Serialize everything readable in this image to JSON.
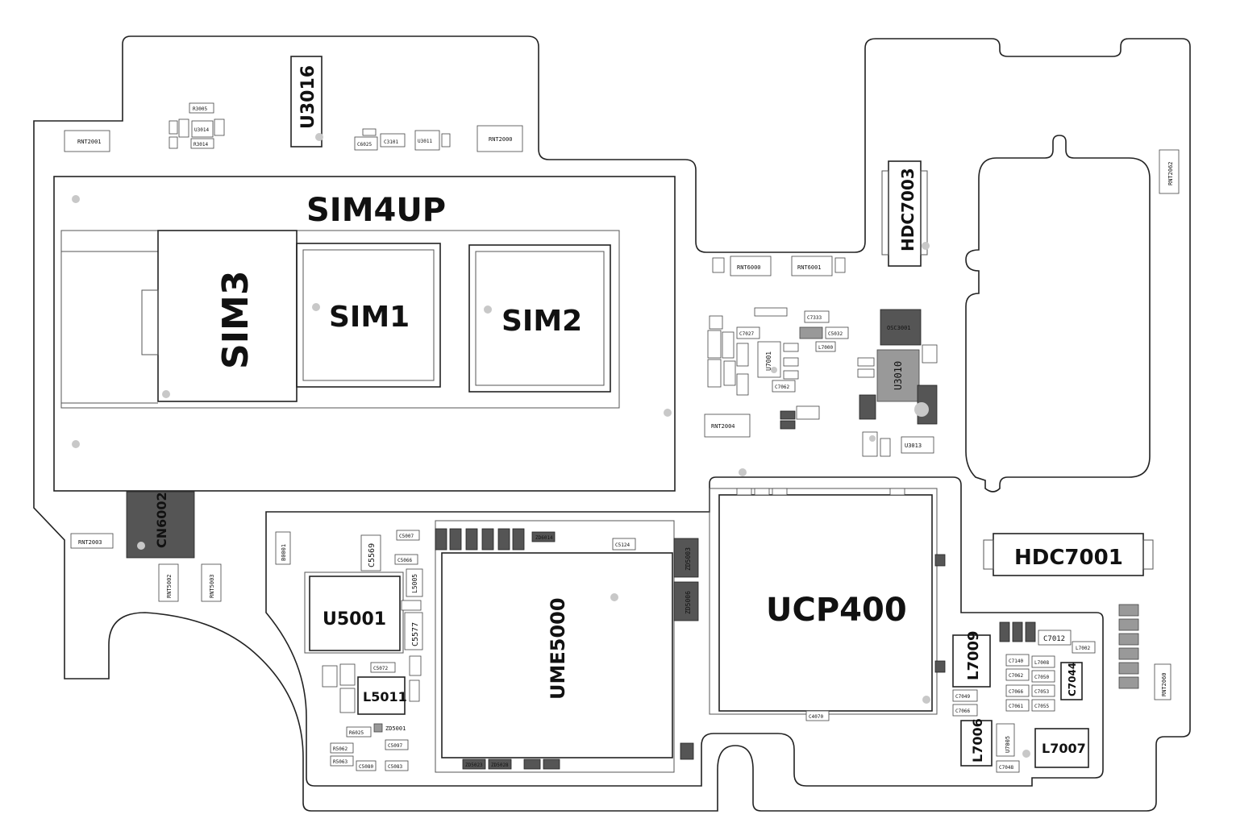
{
  "board": {
    "components": {
      "sim4up": "SIM4UP",
      "sim3": "SIM3",
      "sim1": "SIM1",
      "sim2": "SIM2",
      "u3016": "U3016",
      "hdc7003": "HDC7003",
      "hdc7001": "HDC7001",
      "ucp400": "UCP400",
      "ume5000": "UME5000",
      "u5001": "U5001",
      "cn6002": "CN6002",
      "l5011": "L5011",
      "l7009": "L7009",
      "l7006": "L7006",
      "l7007": "L7007",
      "c7044": "C7044",
      "c7012": "C7012",
      "osc3001": "OSC3001",
      "u3010": "U3010",
      "u7001": "U7001",
      "u7005": "U7005",
      "u3013": "U3013",
      "u3011": "U3011",
      "u3014": "U3014",
      "c5569": "C5569",
      "c5577": "C5577",
      "l5005": "L5005",
      "c5072": "C5072",
      "c5007": "C5007",
      "c5066": "C5066",
      "c5124": "C5124",
      "zd5001": "ZD5001",
      "r5062": "R5062",
      "r5063": "R5063",
      "r6025": "R6025",
      "c5097": "C5097",
      "c5083": "C5083",
      "c5080": "C5080",
      "c4070": "C4070",
      "c3101": "C3101",
      "c6025": "C6025",
      "r3005": "R3005",
      "r3014": "R3014",
      "b0001": "B0001",
      "c7333": "C7333",
      "c7027": "C7027",
      "c7062": "C7062",
      "c5032": "C5032",
      "l7000": "L7000",
      "c7049": "C7049",
      "c7066": "C7066",
      "c7140": "C7140",
      "c7062b": "C7062",
      "c7050": "C7050",
      "c7053": "C7053",
      "c7055": "C7055",
      "c7061": "C7061",
      "c7048": "C7048",
      "l7002": "L7002",
      "l7008": "L7008",
      "zd6014": "ZD6014",
      "zd5003": "ZD5003",
      "zd5006": "ZD5006",
      "zd5023": "ZD5023",
      "zd5028": "ZD5028"
    },
    "connectors": {
      "rnt2001": "RNT2001",
      "rnt2000": "RNT2000",
      "rnt6000": "RNT6000",
      "rnt6001": "RNT6001",
      "rnt2004": "RNT2004",
      "rnt2003": "RNT2003",
      "rnt5002": "RNT5002",
      "rnt5003": "RNT5003",
      "rnt2060": "RNT2060",
      "rnt2062": "RNT2062"
    }
  },
  "colors": {
    "outline": "#222222",
    "fill": "#ffffff",
    "dark_part": "#555555",
    "mid_part": "#999999"
  }
}
